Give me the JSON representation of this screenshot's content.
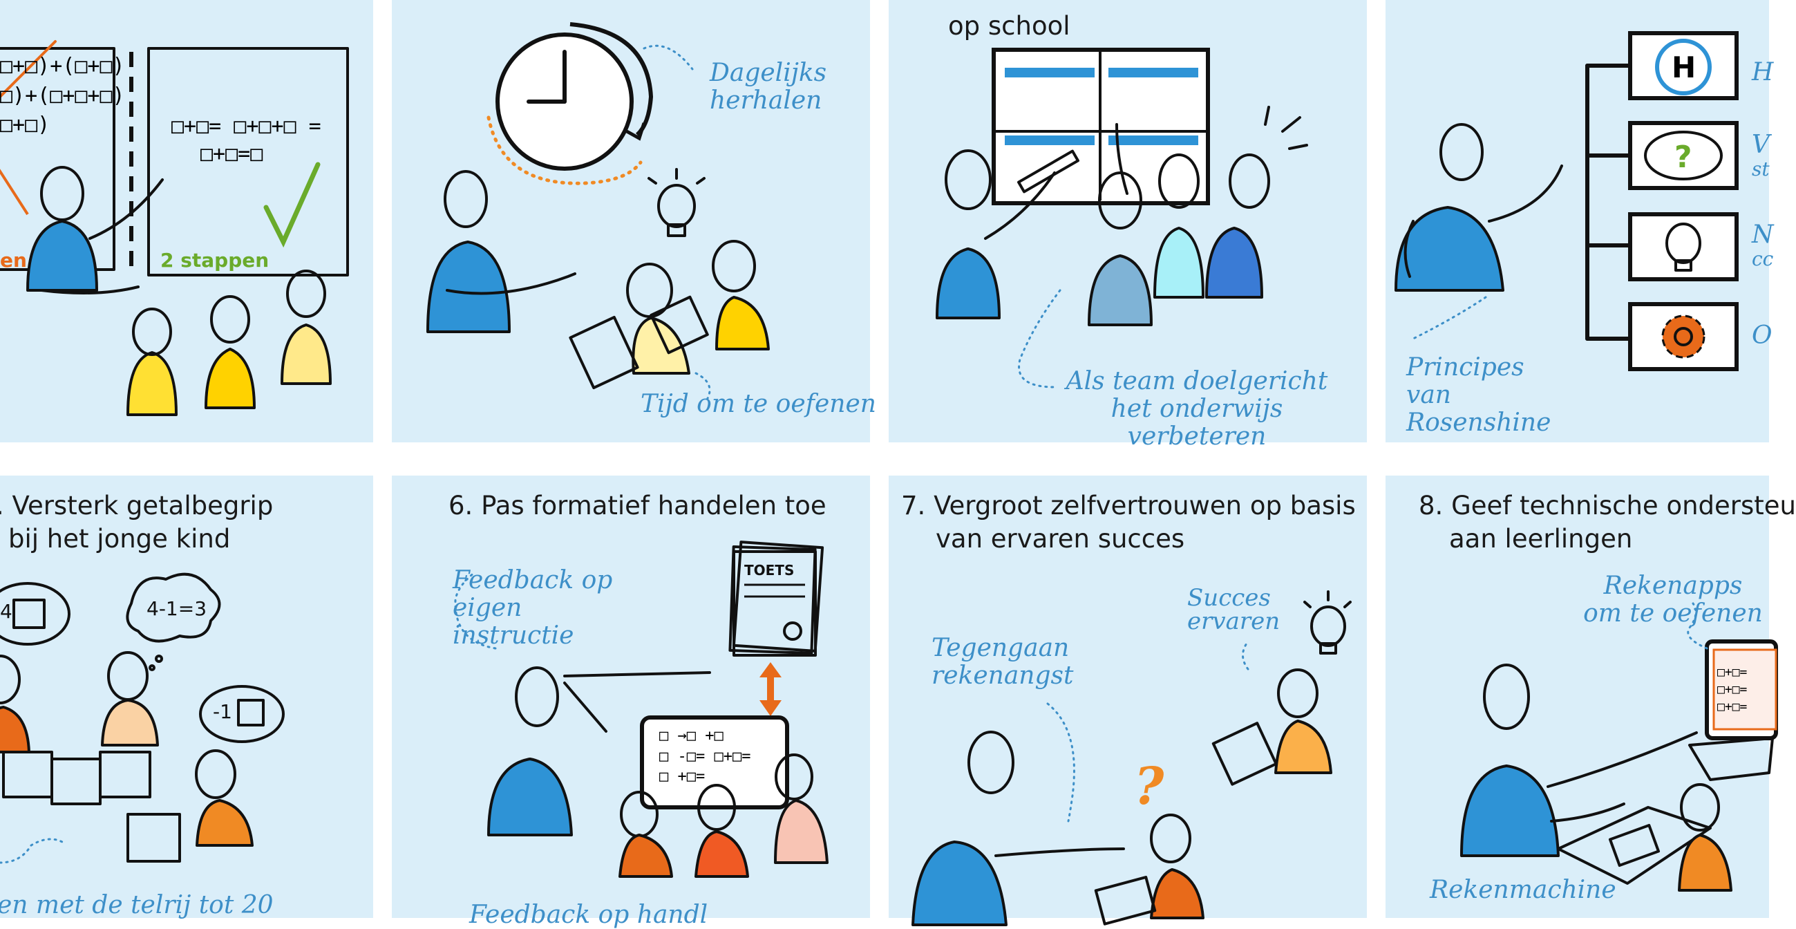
{
  "colors": {
    "panel_bg": "#daeef9",
    "note_text": "#3d8fc8",
    "shirt_blue": "#2e93d6",
    "orange": "#e86a1a",
    "green": "#6aab2b",
    "yellow": "#ffd200"
  },
  "panels": {
    "p1": {
      "label_left": "en",
      "label_right": "2 stappen"
    },
    "p2": {
      "note_repeat": "Dagelijks herhalen",
      "note_practice": "Tijd om te oefenen"
    },
    "p3": {
      "title": "op school",
      "note": "Als team doelgericht het onderwijs verbeteren"
    },
    "p4": {
      "note": "Principes van Rosenshine",
      "list_icons": [
        "h-circle-icon",
        "question-bubble-icon",
        "lightbulb-icon",
        "gear-icon"
      ],
      "list_letters": [
        "H",
        "V",
        "N",
        "O"
      ],
      "list_letters_small": [
        "",
        "st",
        "cc",
        ""
      ]
    },
    "p5": {
      "title_line1": ". Versterk getalbegrip",
      "title_line2": "bij het jonge kind",
      "bubble_four": "4",
      "thought": "4-1=3",
      "bubble_minus": "-1",
      "note": "en met de telrij tot 20"
    },
    "p6": {
      "title": "6. Pas formatief handelen toe",
      "note_feedback": "Feedback op eigen instructie",
      "toets": "TOETS",
      "note_bottom": "Feedback op handl"
    },
    "p7": {
      "title_line1": "7. Vergroot zelfvertrouwen op basis",
      "title_line2": "van ervaren succes",
      "note_fear": "Tegengaan rekenangst",
      "note_success": "Succes ervaren",
      "question_mark": "?"
    },
    "p8": {
      "title_line1": "8. Geef technische ondersteu",
      "title_line2": "aan leerlingen",
      "note_apps": "Rekenapps om te oefenen",
      "note_calc": "Rekenmachine"
    }
  }
}
